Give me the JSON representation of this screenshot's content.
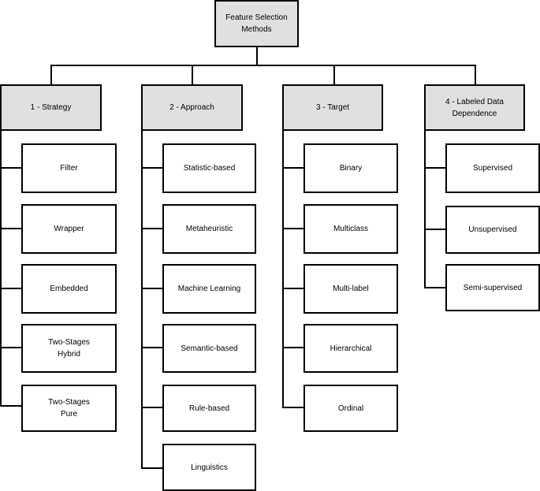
{
  "root": {
    "label": "Feature Selection\nMethods"
  },
  "categories": [
    {
      "label": "1 - Strategy",
      "items": [
        "Filter",
        "Wrapper",
        "Embedded",
        "Two-Stages\nHybrid",
        "Two-Stages\nPure"
      ]
    },
    {
      "label": "2 - Approach",
      "items": [
        "Statistic-based",
        "Metaheuristic",
        "Machine Learning",
        "Semantic-based",
        "Rule-based",
        "Linguistics"
      ]
    },
    {
      "label": "3 - Target",
      "items": [
        "Binary",
        "Multiclass",
        "Multi-label",
        "Hierarchical",
        "Ordinal"
      ]
    },
    {
      "label": "4 - Labeled Data\nDependence",
      "items": [
        "Supervised",
        "Unsupervised",
        "Semi-supervised"
      ]
    }
  ]
}
